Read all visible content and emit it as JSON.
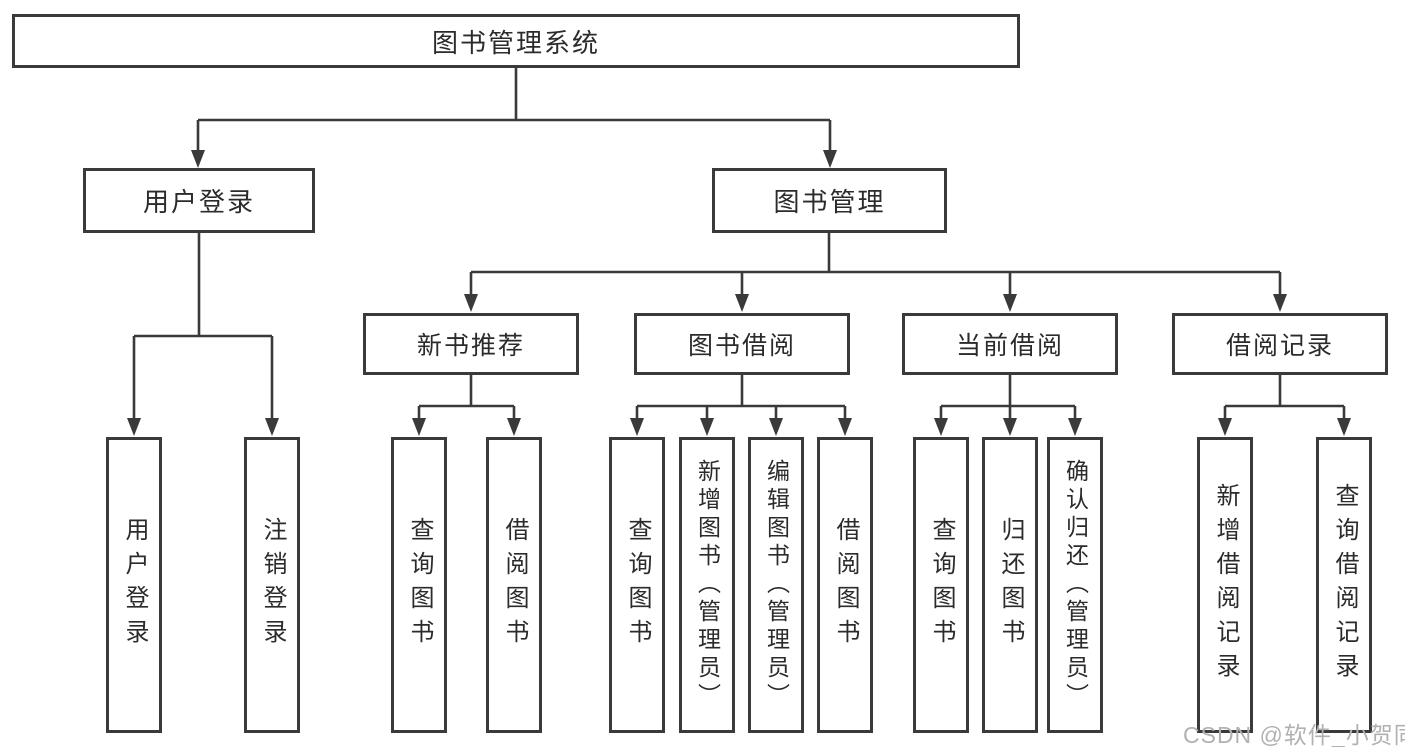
{
  "diagram": {
    "root": "图书管理系统",
    "level2": [
      "用户登录",
      "图书管理"
    ],
    "level3": [
      "新书推荐",
      "图书借阅",
      "当前借阅",
      "借阅记录"
    ],
    "leaves_user_login": [
      "用户登录",
      "注销登录"
    ],
    "leaves_new_book": [
      "查询图书",
      "借阅图书"
    ],
    "leaves_book_borrow": [
      "查询图书",
      "新增图书（管理员）",
      "编辑图书（管理员）",
      "借阅图书"
    ],
    "leaves_current_borrow": [
      "查询图书",
      "归还图书",
      "确认归还（管理员）"
    ],
    "leaves_borrow_records": [
      "新增借阅记录",
      "查询借阅记录"
    ]
  },
  "watermark": "CSDN @软件_小贺同学",
  "colors": {
    "line": "#3a3a3a",
    "box_border": "#3a3a3a",
    "text": "#2b2b2b",
    "watermark": "#b1b1b1",
    "background": "#ffffff"
  }
}
